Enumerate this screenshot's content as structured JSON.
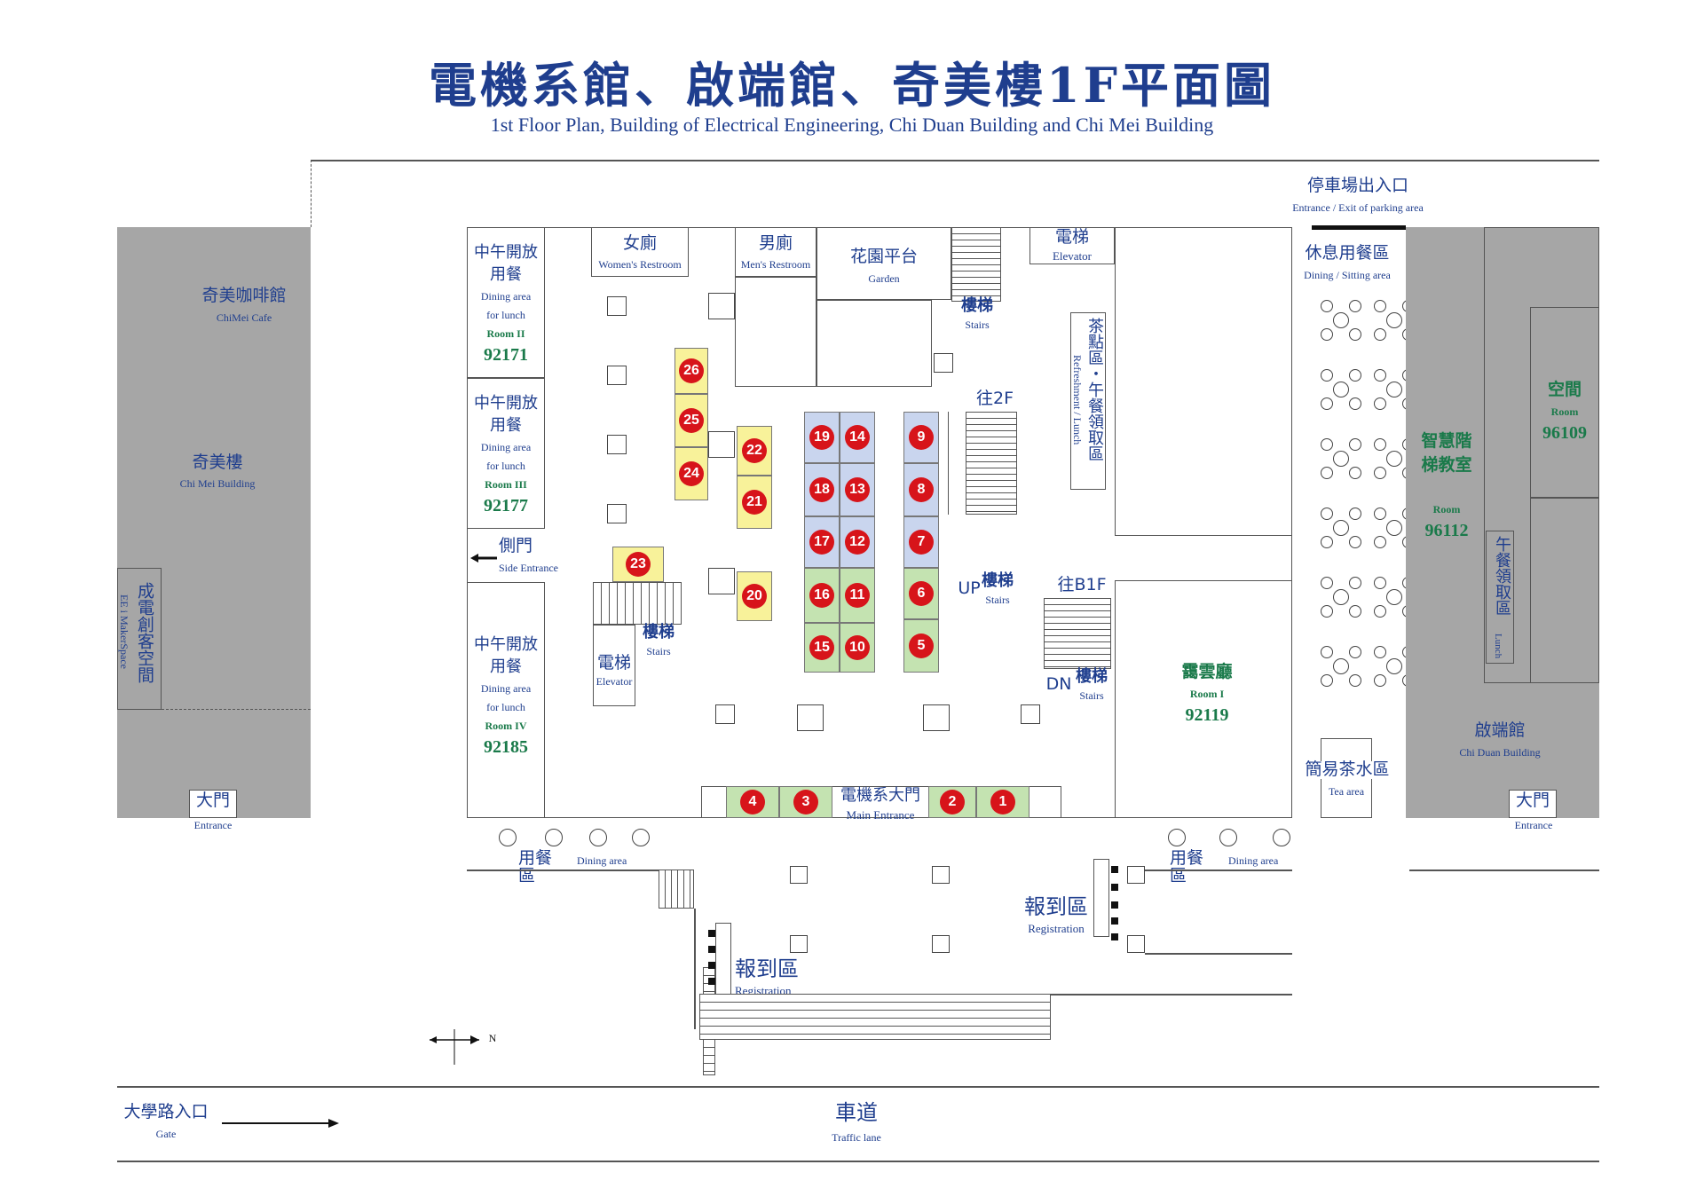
{
  "title": {
    "zh": "電機系館、啟端館、奇美樓1F平面圖",
    "en": "1st Floor Plan, Building of Electrical Engineering, Chi Duan Building and Chi Mei Building"
  },
  "labels": {
    "cafe_zh": "奇美咖啡館",
    "cafe_en": "ChiMei Cafe",
    "chimei_zh": "奇美樓",
    "chimei_en": "Chi Mei Building",
    "maker_zh": "成電創客空間",
    "maker_en": "EE i MakerSpace",
    "entrance_left_zh": "大門",
    "entrance_left_en": "Entrance",
    "room2_zh": "中午開放用餐",
    "room2_en1": "Dining area",
    "room2_en2": "for lunch",
    "room2_room": "Room II",
    "room2_num": "92171",
    "room3_zh": "中午開放用餐",
    "room3_en1": "Dining area",
    "room3_en2": "for lunch",
    "room3_room": "Room III",
    "room3_num": "92177",
    "room4_zh": "中午開放用餐",
    "room4_en1": "Dining area",
    "room4_en2": "for lunch",
    "room4_room": "Room IV",
    "room4_num": "92185",
    "side_zh": "側門",
    "side_en": "Side Entrance",
    "women_zh": "女廁",
    "women_en": "Women's Restroom",
    "men_zh": "男廁",
    "men_en": "Men's Restroom",
    "garden_zh": "花園平台",
    "garden_en": "Garden",
    "stairs_top_zh": "樓梯",
    "stairs_top_en": "Stairs",
    "elev_top_zh": "電梯",
    "elev_top_en": "Elevator",
    "refresh_zh": "茶點區・午餐領取區",
    "refresh_en": "Refreshment / Lunch",
    "to2f": "往2F",
    "up": "UP",
    "stairs_up_zh": "樓梯",
    "stairs_up_en": "Stairs",
    "tob1f": "往B1F",
    "dn": "DN",
    "stairs_dn_zh": "樓梯",
    "stairs_dn_en": "Stairs",
    "stairs_left_zh": "樓梯",
    "stairs_left_en": "Stairs",
    "elev_left_zh": "電梯",
    "elev_left_en": "Elevator",
    "room1_zh": "靄雲廳",
    "room1_room": "Room I",
    "room1_num": "92119",
    "main_zh": "電機系大門",
    "main_en": "Main Entrance",
    "dining_left_zh": "用餐區",
    "dining_left_en": "Dining area",
    "dining_right_zh": "用餐區",
    "dining_right_en": "Dining area",
    "reg_left_zh": "報到區",
    "reg_left_en": "Registration",
    "reg_right_zh": "報到區",
    "reg_right_en": "Registration",
    "parking_zh": "停車場出入口",
    "parking_en": "Entrance / Exit of parking area",
    "sitting_zh": "休息用餐區",
    "sitting_en": "Dining / Sitting area",
    "smart_zh": "智慧階梯教室",
    "smart_room": "Room",
    "smart_num": "96112",
    "space_zh": "空間",
    "space_room": "Room",
    "space_num": "96109",
    "lunch_zh": "午餐領取區",
    "lunch_en": "Lunch",
    "tea_zh": "簡易茶水區",
    "tea_en": "Tea area",
    "chiduan_zh": "啟端館",
    "chiduan_en": "Chi Duan Building",
    "entrance_right_zh": "大門",
    "entrance_right_en": "Entrance",
    "gate_zh": "大學路入口",
    "gate_en": "Gate",
    "lane_zh": "車道",
    "lane_en": "Traffic lane",
    "north": "N"
  },
  "booths": [
    {
      "n": "1",
      "color": "green"
    },
    {
      "n": "2",
      "color": "green"
    },
    {
      "n": "3",
      "color": "green"
    },
    {
      "n": "4",
      "color": "green"
    },
    {
      "n": "5",
      "color": "green"
    },
    {
      "n": "6",
      "color": "green"
    },
    {
      "n": "7",
      "color": "blue"
    },
    {
      "n": "8",
      "color": "blue"
    },
    {
      "n": "9",
      "color": "blue"
    },
    {
      "n": "10",
      "color": "green"
    },
    {
      "n": "11",
      "color": "green"
    },
    {
      "n": "12",
      "color": "blue"
    },
    {
      "n": "13",
      "color": "blue"
    },
    {
      "n": "14",
      "color": "blue"
    },
    {
      "n": "15",
      "color": "green"
    },
    {
      "n": "16",
      "color": "green"
    },
    {
      "n": "17",
      "color": "blue"
    },
    {
      "n": "18",
      "color": "blue"
    },
    {
      "n": "19",
      "color": "blue"
    },
    {
      "n": "20",
      "color": "yellow"
    },
    {
      "n": "21",
      "color": "yellow"
    },
    {
      "n": "22",
      "color": "yellow"
    },
    {
      "n": "23",
      "color": "yellow"
    },
    {
      "n": "24",
      "color": "yellow"
    },
    {
      "n": "25",
      "color": "yellow"
    },
    {
      "n": "26",
      "color": "yellow"
    }
  ],
  "colors": {
    "title": "#1f3e8e",
    "room_text": "#1a7a4a",
    "booth_dot": "#d7141a",
    "yellow": "#f8f29a",
    "blue": "#c9d5ee",
    "green": "#c4e3b1",
    "building_gray": "#a6a6a6"
  }
}
